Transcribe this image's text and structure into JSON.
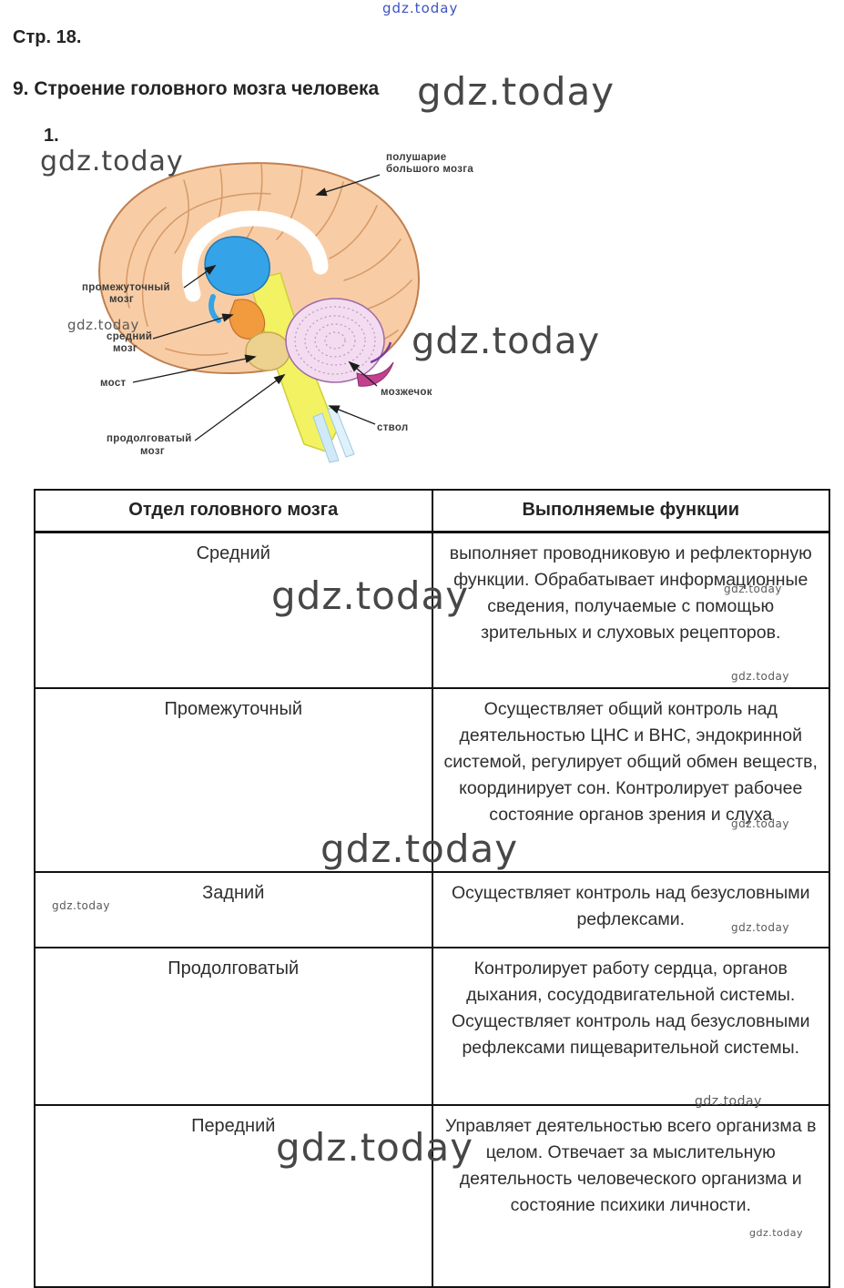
{
  "page": {
    "page_label": "Стр. 18.",
    "title": "9. Строение головного мозга человека",
    "item_number": "1."
  },
  "watermark": {
    "text": "gdz.today"
  },
  "diagram": {
    "labels": [
      {
        "line1": "полушарие",
        "line2": "большого мозга"
      },
      {
        "line1": "промежуточный",
        "line2": "мозг"
      },
      {
        "line1": "средний",
        "line2": "мозг"
      },
      {
        "line1": "мост",
        "line2": ""
      },
      {
        "line1": "продолговатый",
        "line2": "мозг"
      },
      {
        "line1": "мозжечок",
        "line2": ""
      },
      {
        "line1": "ствол",
        "line2": ""
      }
    ]
  },
  "table": {
    "headers": [
      "Отдел головного мозга",
      "Выполняемые функции"
    ],
    "rows": [
      {
        "section": "Средний",
        "functions": "выполняет проводниковую и рефлекторную функции. Обрабатывает информационные сведения, получаемые с помощью зрительных и слуховых рецепторов."
      },
      {
        "section": "Промежуточный",
        "functions": "Осуществляет общий контроль над деятельностью ЦНС и ВНС, эндокринной системой, регулирует общий обмен веществ, координирует сон. Контролирует рабочее состояние органов зрения и слуха"
      },
      {
        "section": "Задний",
        "functions": "Осуществляет контроль над безусловными рефлексами."
      },
      {
        "section": "Продолговатый",
        "functions": "Контролирует работу сердца, органов дыхания, сосудодвигательной системы. Осуществляет контроль над безусловными рефлексами пищеварительной системы."
      },
      {
        "section": "Передний",
        "functions": "Управляет деятельностью всего организма в целом. Отвечает за мыслительную деятельность человеческого организма и состояние психики личности."
      }
    ]
  }
}
